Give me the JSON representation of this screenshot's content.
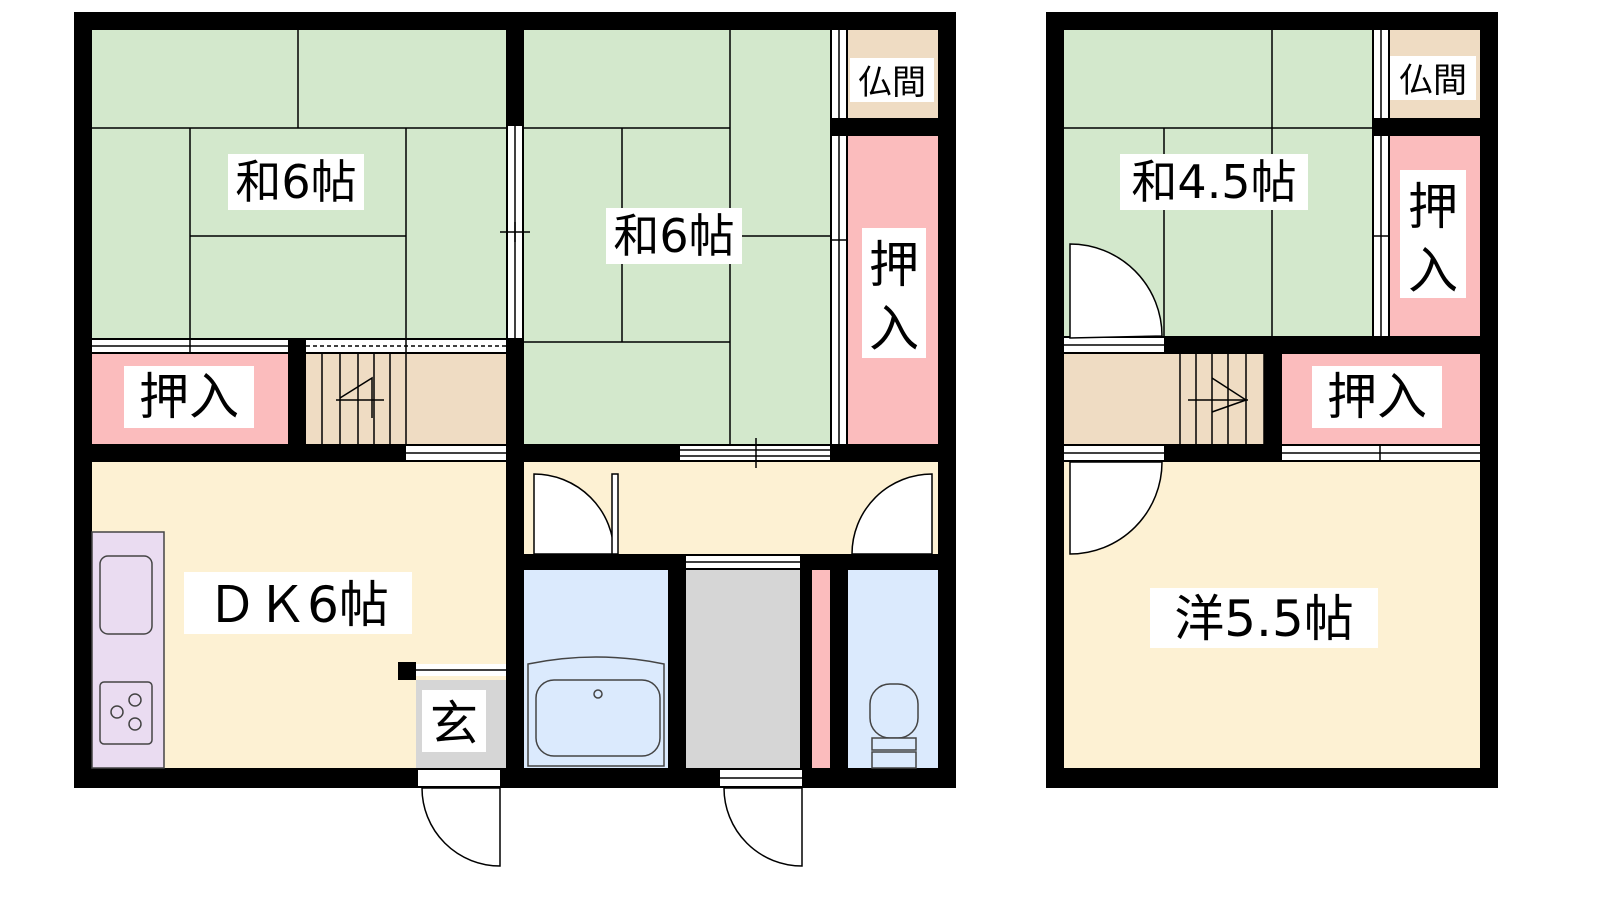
{
  "floor_plan": {
    "labels": {
      "washitsu_6_left": "和6帖",
      "washitsu_6_center": "和6帖",
      "washitsu_45": "和4.5帖",
      "yoshitsu_55": "洋5.5帖",
      "dk_6": "ＤＫ6帖",
      "oshiire_left": "押入",
      "oshiire_center_1": "押",
      "oshiire_center_2": "入",
      "oshiire_right_1": "押",
      "oshiire_right_2": "入",
      "oshiire_right_bottom": "押入",
      "butsuma_1": "仏間",
      "butsuma_2": "仏間",
      "genkan": "玄"
    },
    "colors": {
      "wall": "#000000",
      "tatami": "#d3e8cc",
      "closet": "#fbbcbd",
      "wood_floor": "#fdf1d3",
      "stair_floor": "#efdcc3",
      "bath": "#dbeafd",
      "toilet": "#dbeafd",
      "washroom": "#d6d6d6",
      "kitchen": "#eadcf1",
      "genkan": "#d6d6d6"
    }
  }
}
